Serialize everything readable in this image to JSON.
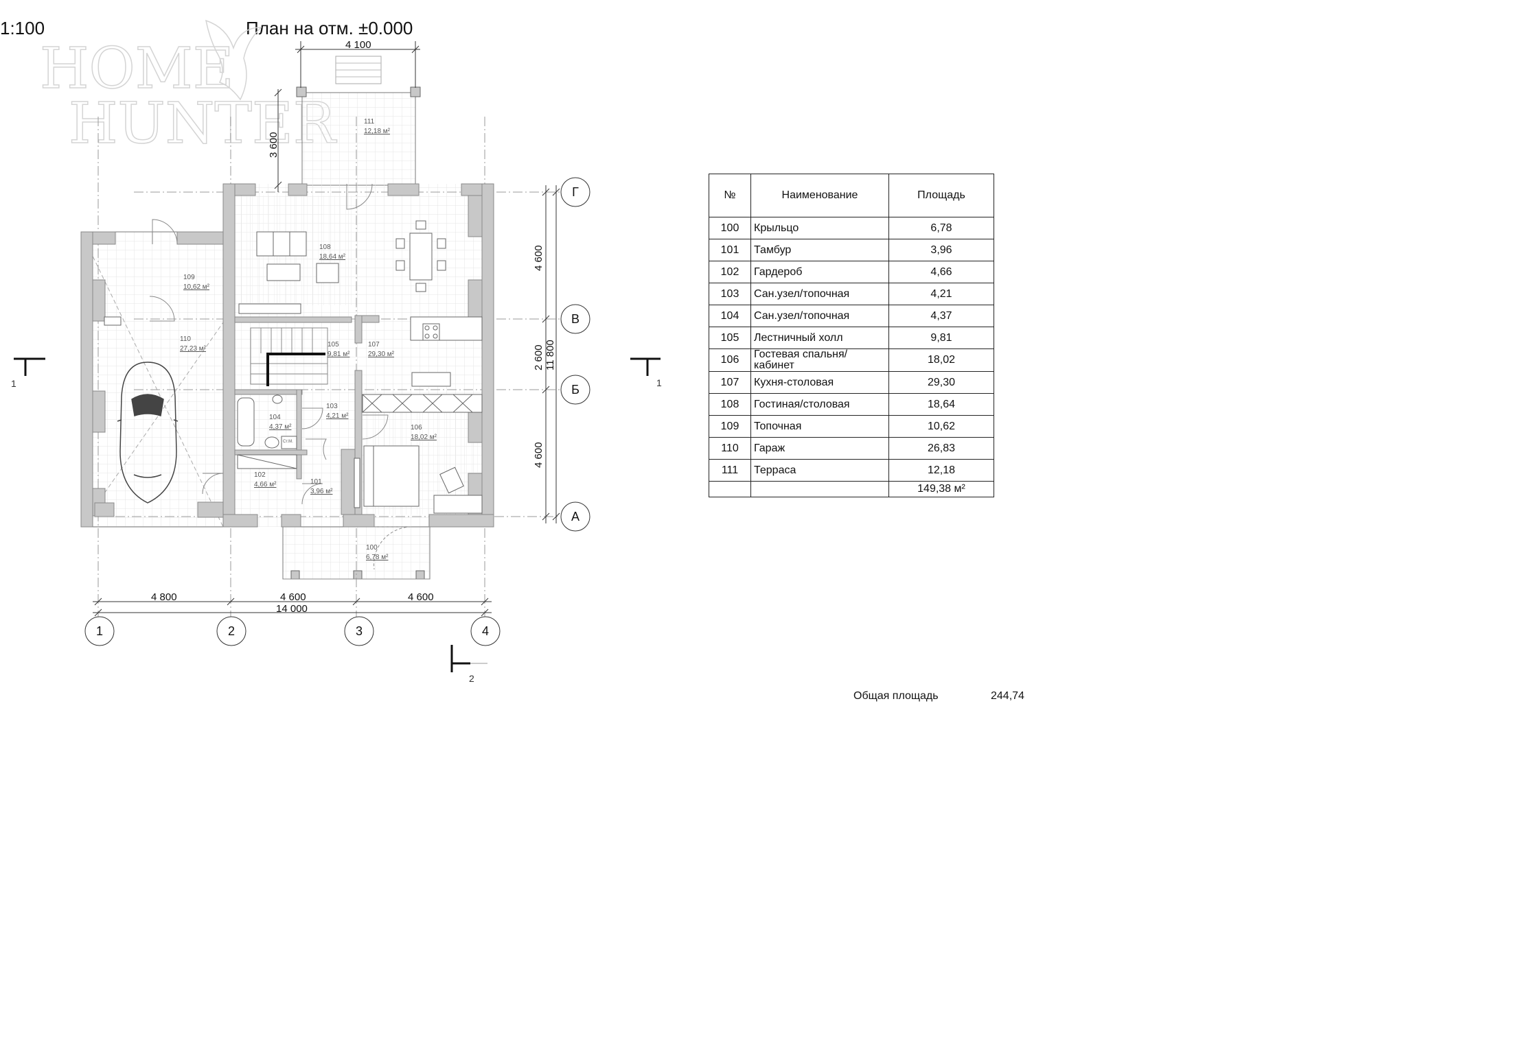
{
  "header": {
    "scale": "1:100",
    "title": "План на отм. ±0.000"
  },
  "watermark": {
    "line1": "HOME",
    "line2": "HUNTER"
  },
  "axes": {
    "rows": [
      "Г",
      "В",
      "Б",
      "А"
    ],
    "columns": [
      "1",
      "2",
      "3",
      "4"
    ]
  },
  "section_marks": {
    "left": "1",
    "right": "1",
    "bottom": "2"
  },
  "dimensions": {
    "top_terrace_width": "4 100",
    "terrace_depth": "3 600",
    "right_upper": "4 600",
    "right_middle": "2 600",
    "right_total": "11 800",
    "right_lower": "4 600",
    "bottom_left": "4 800",
    "bottom_middle": "4 600",
    "bottom_right": "4 600",
    "bottom_total": "14 000"
  },
  "rooms_on_plan": [
    {
      "num": "111",
      "area": "12,18 м²"
    },
    {
      "num": "108",
      "area": "18,64 м²"
    },
    {
      "num": "109",
      "area": "10,62 м²"
    },
    {
      "num": "110",
      "area": "27,23 м²"
    },
    {
      "num": "105",
      "area": "9,81 м²"
    },
    {
      "num": "107",
      "area": "29,30 м²"
    },
    {
      "num": "103",
      "area": "4,21 м²"
    },
    {
      "num": "104",
      "area": "4,37 м²"
    },
    {
      "num": "106",
      "area": "18,02 м²"
    },
    {
      "num": "102",
      "area": "4,66 м²"
    },
    {
      "num": "101",
      "area": "3,96 м²"
    },
    {
      "num": "100",
      "area": "6,78 м²"
    }
  ],
  "fixture_label": "Ст.М.",
  "table": {
    "headers": [
      "№",
      "Наименование",
      "Площадь"
    ],
    "rows": [
      [
        "100",
        "Крыльцо",
        "6,78"
      ],
      [
        "101",
        "Тамбур",
        "3,96"
      ],
      [
        "102",
        "Гардероб",
        "4,66"
      ],
      [
        "103",
        "Сан.узел/топочная",
        "4,21"
      ],
      [
        "104",
        "Сан.узел/топочная",
        "4,37"
      ],
      [
        "105",
        "Лестничный холл",
        "9,81"
      ],
      [
        "106",
        "Гостевая спальня/кабинет",
        "18,02"
      ],
      [
        "107",
        "Кухня-столовая",
        "29,30"
      ],
      [
        "108",
        "Гостиная/столовая",
        "18,64"
      ],
      [
        "109",
        "Топочная",
        "10,62"
      ],
      [
        "110",
        "Гараж",
        "26,83"
      ],
      [
        "111",
        "Терраса",
        "12,18"
      ]
    ],
    "total": "149,38 м²"
  },
  "overall": {
    "label": "Общая площадь",
    "value": "244,74"
  },
  "colors": {
    "wall": "#c8c8c8",
    "wall_stroke": "#888888",
    "line": "#333333",
    "grid": "#e4e4e4"
  }
}
